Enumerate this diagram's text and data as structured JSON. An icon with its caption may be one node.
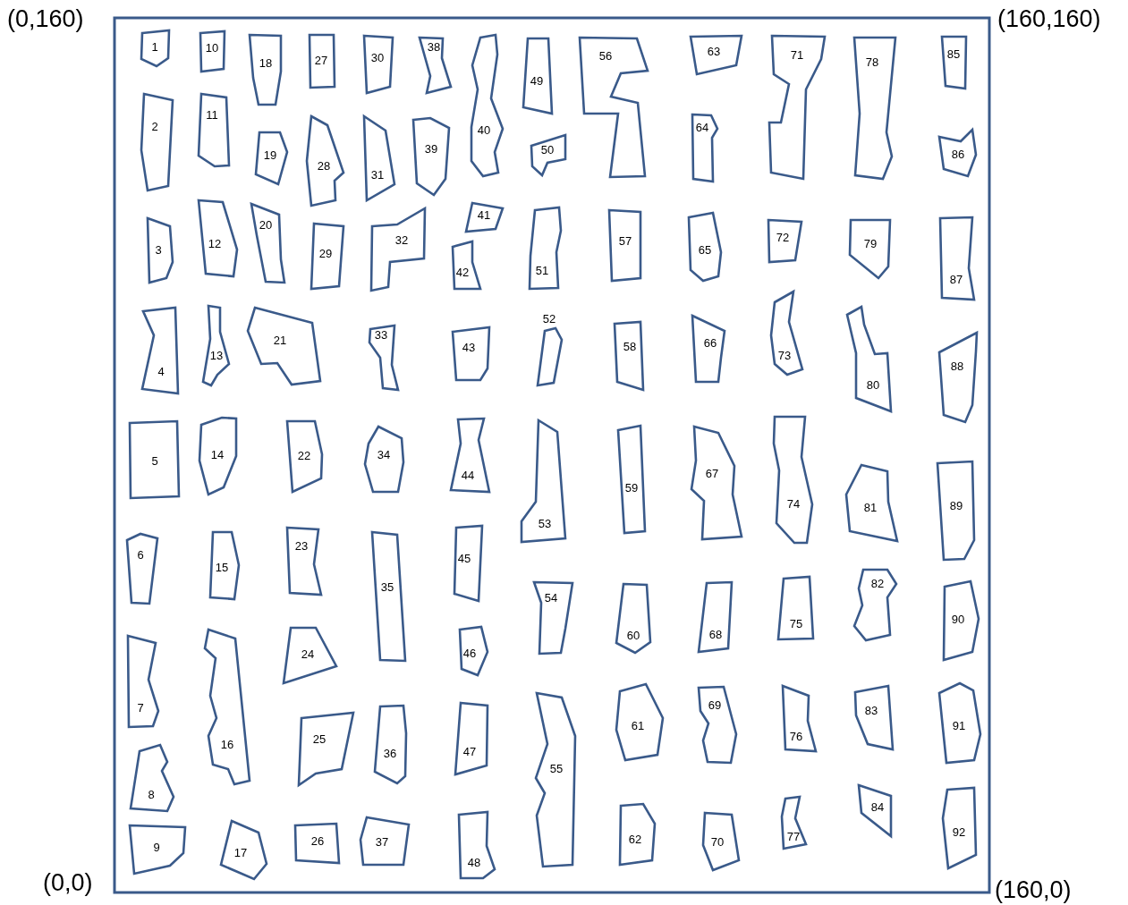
{
  "diagram": {
    "nodes": [
      {
        "text": [
          "1"
        ]
      },
      {
        "text": [
          "2"
        ]
      },
      {
        "text": [
          "3"
        ]
      },
      {
        "text": [
          "4"
        ]
      },
      {
        "text": [
          "5"
        ]
      },
      {
        "text": [
          "6"
        ]
      },
      {
        "text": [
          "7"
        ]
      },
      {
        "text": [
          "8"
        ]
      },
      {
        "text": [
          "9"
        ]
      },
      {
        "text": [
          "10"
        ]
      },
      {
        "text": [
          "11"
        ]
      },
      {
        "text": [
          "12"
        ]
      },
      {
        "text": [
          "13"
        ]
      },
      {
        "text": [
          "14"
        ]
      },
      {
        "text": [
          "15"
        ]
      },
      {
        "text": [
          "16"
        ]
      },
      {
        "text": [
          "17"
        ]
      },
      {
        "text": [
          "18"
        ]
      },
      {
        "text": [
          "19"
        ]
      },
      {
        "text": [
          "20"
        ]
      },
      {
        "text": [
          "21"
        ]
      },
      {
        "text": [
          "22"
        ]
      },
      {
        "text": [
          "23"
        ]
      },
      {
        "text": [
          "24"
        ]
      },
      {
        "text": [
          "25"
        ]
      },
      {
        "text": [
          "26"
        ]
      },
      {
        "text": [
          "27"
        ]
      },
      {
        "text": [
          "28"
        ]
      },
      {
        "text": [
          "29"
        ]
      },
      {
        "text": [
          "30"
        ]
      },
      {
        "text": [
          "31"
        ]
      },
      {
        "text": [
          "32"
        ]
      },
      {
        "text": [
          "33"
        ]
      },
      {
        "text": [
          "34"
        ]
      },
      {
        "text": [
          "35"
        ]
      },
      {
        "text": [
          "36"
        ]
      },
      {
        "text": [
          "37"
        ]
      },
      {
        "text": [
          "38"
        ]
      },
      {
        "text": [
          "39"
        ]
      },
      {
        "text": [
          "40"
        ]
      },
      {
        "text": [
          "41"
        ]
      },
      {
        "text": [
          "42"
        ]
      },
      {
        "text": [
          "43"
        ]
      },
      {
        "text": [
          "44"
        ]
      },
      {
        "text": [
          "45"
        ]
      },
      {
        "text": [
          "46"
        ]
      },
      {
        "text": [
          "47"
        ]
      },
      {
        "text": [
          "48"
        ]
      },
      {
        "text": [
          "49"
        ]
      },
      {
        "text": [
          "50"
        ]
      },
      {
        "text": [
          "51"
        ]
      },
      {
        "text": [
          "52"
        ]
      },
      {
        "text": [
          "53"
        ]
      },
      {
        "text": [
          "54"
        ]
      },
      {
        "text": [
          "55"
        ]
      },
      {
        "text": [
          "56"
        ]
      },
      {
        "text": [
          "57"
        ]
      },
      {
        "text": [
          "58"
        ]
      },
      {
        "text": [
          "59"
        ]
      },
      {
        "text": [
          "60"
        ]
      },
      {
        "text": [
          "61"
        ]
      },
      {
        "text": [
          "62"
        ]
      },
      {
        "text": [
          "63"
        ]
      },
      {
        "text": [
          "64"
        ]
      },
      {
        "text": [
          "65"
        ]
      },
      {
        "text": [
          "66"
        ]
      },
      {
        "text": [
          "67"
        ]
      },
      {
        "text": [
          "68"
        ]
      },
      {
        "text": [
          "69"
        ]
      },
      {
        "text": [
          "70"
        ]
      },
      {
        "text": [
          "71"
        ]
      },
      {
        "text": [
          "72"
        ]
      },
      {
        "text": [
          "73"
        ]
      },
      {
        "text": [
          "74"
        ]
      },
      {
        "text": [
          "75"
        ]
      },
      {
        "text": [
          "76"
        ]
      },
      {
        "text": [
          "77"
        ]
      },
      {
        "text": [
          "78"
        ]
      },
      {
        "text": [
          "79"
        ]
      },
      {
        "text": [
          "80"
        ]
      },
      {
        "text": [
          "81"
        ]
      },
      {
        "text": [
          "82"
        ]
      },
      {
        "text": [
          "83"
        ]
      },
      {
        "text": [
          "84"
        ]
      },
      {
        "text": [
          "85"
        ]
      },
      {
        "text": [
          "86"
        ]
      },
      {
        "text": [
          "87"
        ]
      },
      {
        "text": [
          "88"
        ]
      },
      {
        "text": [
          "89"
        ]
      },
      {
        "text": [
          "90"
        ]
      },
      {
        "text": [
          "91"
        ]
      },
      {
        "text": [
          "92"
        ]
      }
    ],
    "labels": [
      "(0,160)",
      "(160,160)",
      "(0,0)",
      "(160,0)"
    ]
  }
}
